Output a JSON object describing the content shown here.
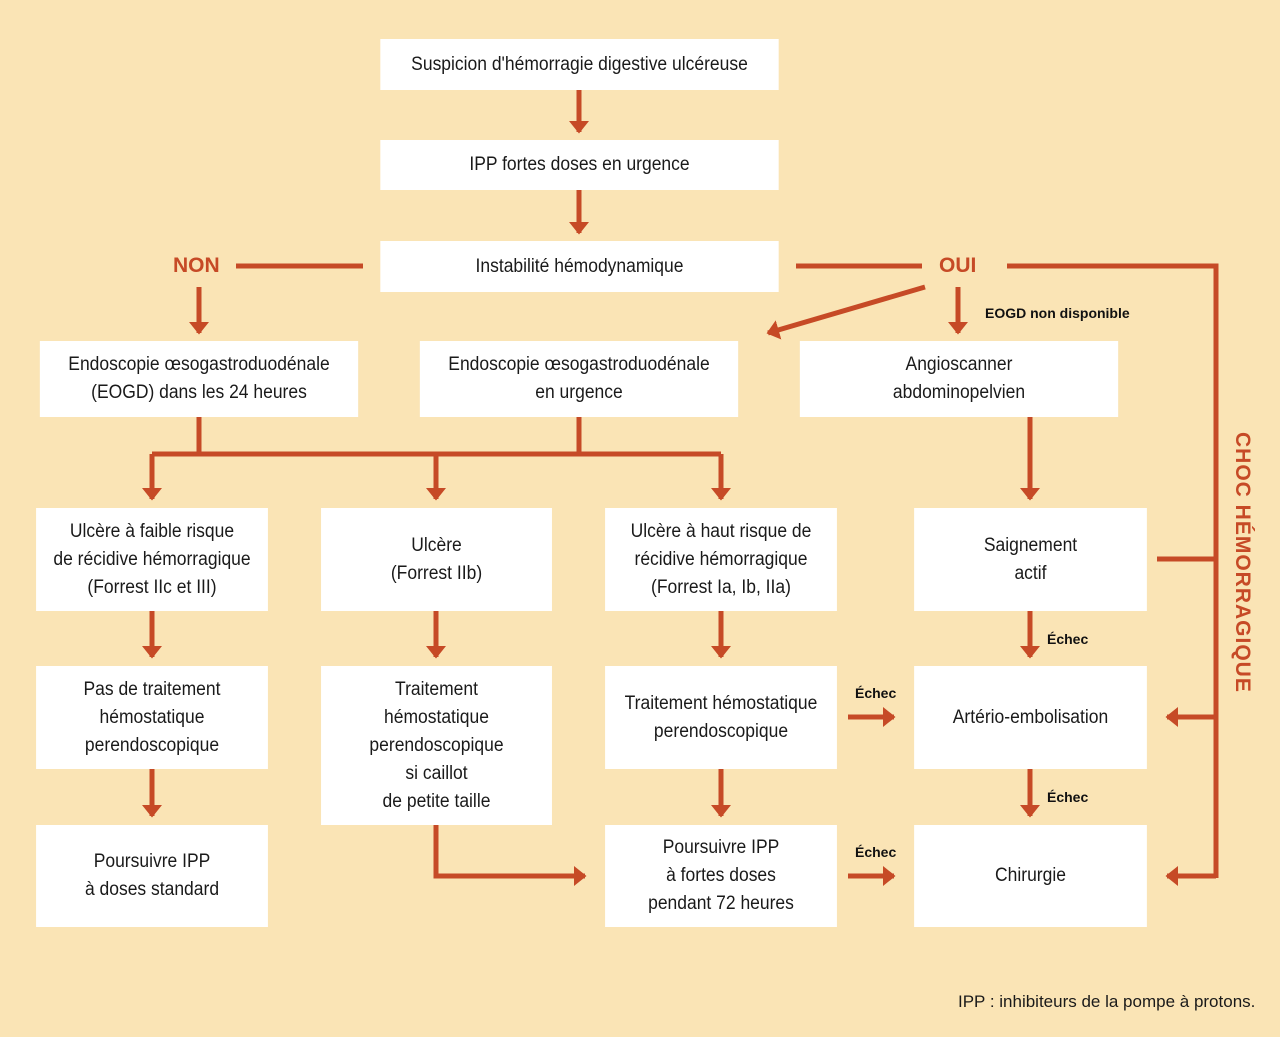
{
  "colors": {
    "background": "#fae4b5",
    "accent": "#c64a26",
    "box": "#ffffff"
  },
  "nodes": {
    "suspicion": "Suspicion d'hémorragie digestive ulcéreuse",
    "ipp_urgence": "IPP fortes doses en urgence",
    "instabilite": "Instabilité hémodynamique",
    "eogd_24h": "Endoscopie œsogastroduodénale\n(EOGD) dans les 24 heures",
    "eogd_urgence": "Endoscopie œsogastroduodénale\nen urgence",
    "angioscanner": "Angioscanner\nabdominopelvien",
    "ulcere_faible": "Ulcère à faible risque\nde récidive hémorragique\n(Forrest IIc et III)",
    "ulcere_iib": "Ulcère\n(Forrest IIb)",
    "ulcere_haut": "Ulcère à haut risque de\nrécidive hémorragique\n(Forrest Ia, Ib, IIa)",
    "saignement": "Saignement\nactif",
    "pas_traitement": "Pas de traitement\nhémostatique\nperendoscopique",
    "traitement_caillot": "Traitement\nhémostatique\nperendoscopique\nsi caillot\nde petite taille",
    "traitement_hemo": "Traitement hémostatique\nperendoscopique",
    "embolisation": "Artério-embolisation",
    "ipp_standard": "Poursuivre IPP\nà doses standard",
    "ipp_72h": "Poursuivre IPP\nà fortes doses\npendant 72 heures",
    "chirurgie": "Chirurgie"
  },
  "labels": {
    "non": "NON",
    "oui": "OUI",
    "eogd_non_dispo": "EOGD non disponible",
    "echec": "Échec",
    "choc": "CHOC HÉMORRAGIQUE"
  },
  "footnote": "IPP : inhibiteurs de la pompe à protons."
}
